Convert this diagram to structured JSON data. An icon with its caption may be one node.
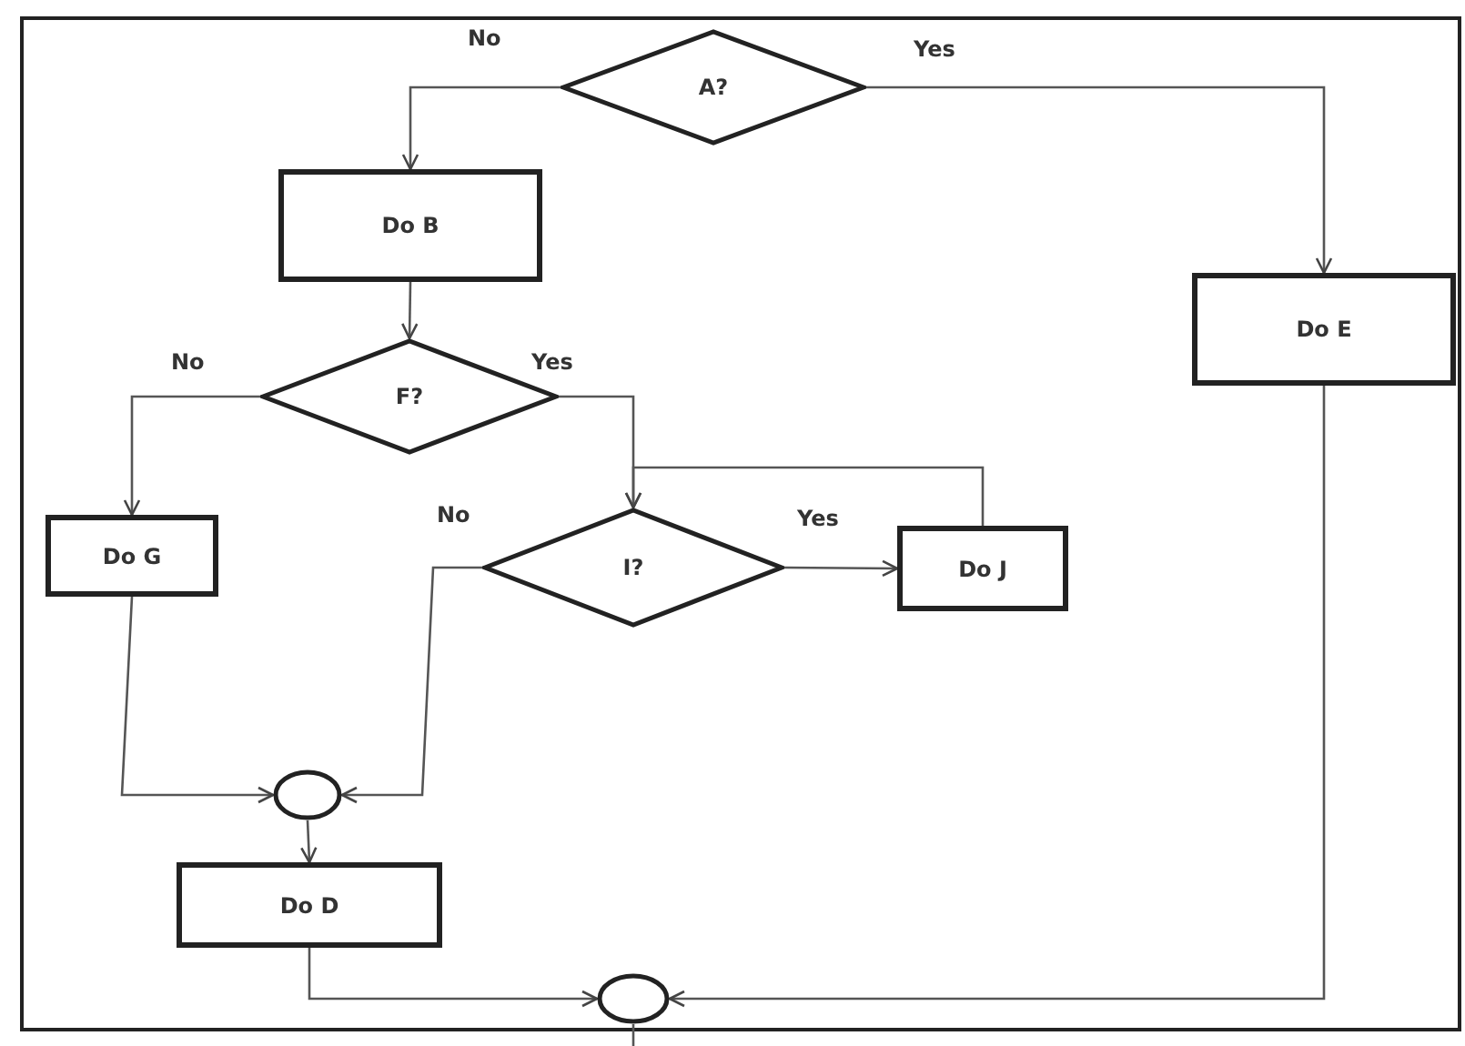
{
  "diagram": {
    "nodes": [
      {
        "text": [
          "A?"
        ]
      },
      {
        "text": [
          "Do B"
        ]
      },
      {
        "text": [
          "Do E"
        ]
      },
      {
        "text": [
          "F?"
        ]
      },
      {
        "text": [
          "Do G"
        ]
      },
      {
        "text": [
          "I?"
        ]
      },
      {
        "text": [
          "Do J"
        ]
      },
      {
        "text": [],
        "shape": "circle"
      },
      {
        "text": [
          "Do D"
        ]
      },
      {
        "text": [],
        "shape": "circle"
      }
    ],
    "edges": [
      {
        "from": 0,
        "to": 1,
        "arrow": "to",
        "label": "No"
      },
      {
        "from": 0,
        "to": 2,
        "arrow": "to",
        "label": "Yes"
      },
      {
        "from": 1,
        "to": 3,
        "arrow": "to"
      },
      {
        "from": 3,
        "to": 4,
        "arrow": "to",
        "label": "No"
      },
      {
        "from": 3,
        "to": 5,
        "arrow": "to",
        "label": "Yes"
      },
      {
        "from": 5,
        "to": 6,
        "arrow": "to",
        "label": "Yes"
      },
      {
        "from": 6,
        "to": 5,
        "arrow": "to"
      },
      {
        "from": 5,
        "to": 7,
        "arrow": "to",
        "label": "No"
      },
      {
        "from": 4,
        "to": 7,
        "arrow": "to"
      },
      {
        "from": 7,
        "to": 8,
        "arrow": "to"
      },
      {
        "from": 8,
        "to": 9,
        "arrow": "to"
      },
      {
        "from": 2,
        "to": 9,
        "arrow": "to"
      },
      {
        "from": 9,
        "to": null,
        "arrow": "none"
      }
    ]
  }
}
